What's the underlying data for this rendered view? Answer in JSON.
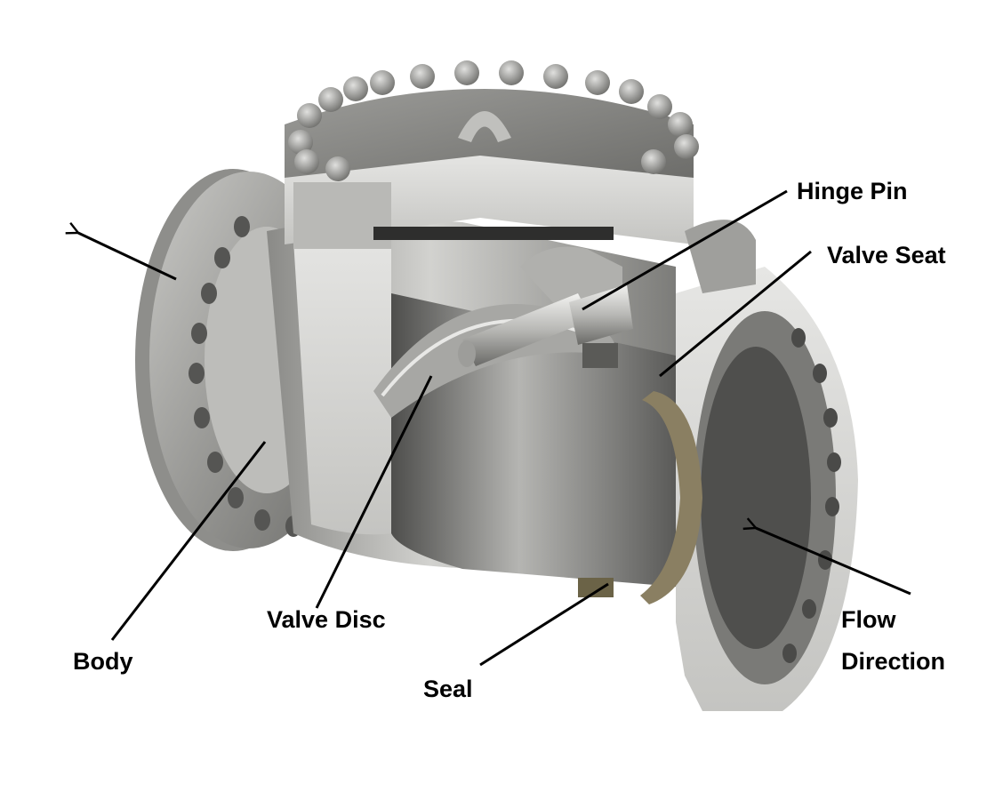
{
  "labels": {
    "hinge_pin": "Hinge Pin",
    "valve_seat": "Valve Seat",
    "valve_disc": "Valve Disc",
    "body": "Body",
    "seal": "Seal",
    "flow_line1": "Flow",
    "flow_line2": "Direction"
  },
  "colors": {
    "steel_light": "#d8d8d6",
    "steel_mid": "#a9a9a6",
    "steel_dark": "#5e5e5c",
    "leader_line": "#000000",
    "background": "#ffffff"
  }
}
